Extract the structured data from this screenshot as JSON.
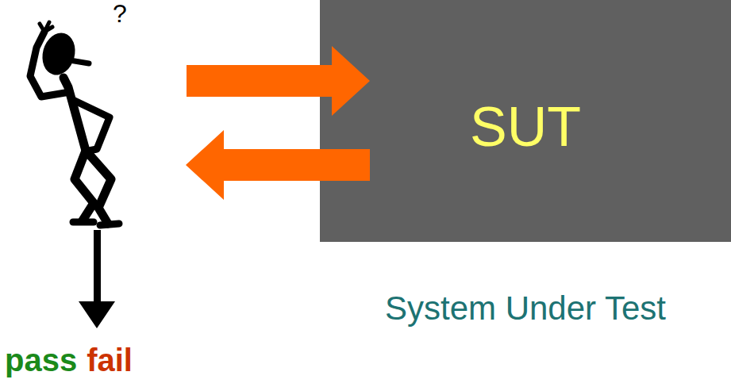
{
  "diagram": {
    "nodes": [
      {
        "text": [
          "SUT",
          "System Under Test"
        ]
      }
    ],
    "labels": [
      "?",
      "pass",
      "fail"
    ]
  }
}
